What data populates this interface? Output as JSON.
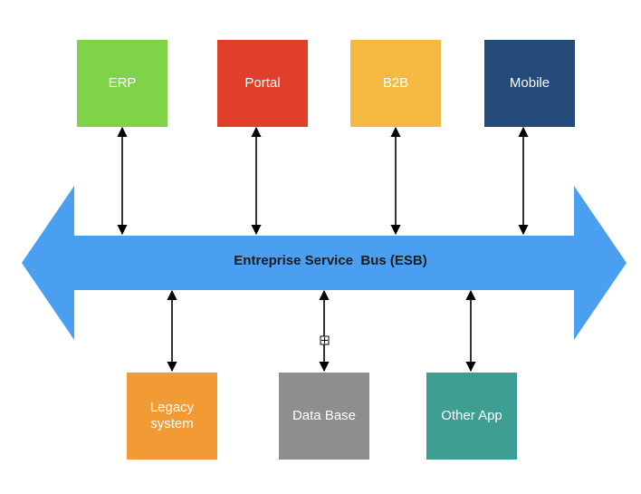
{
  "bus": {
    "label": "Entreprise Service  Bus (ESB)",
    "color": "#4a9ff0"
  },
  "top_nodes": [
    {
      "label": "ERP",
      "color": "#7ed348"
    },
    {
      "label": "Portal",
      "color": "#e23f2b"
    },
    {
      "label": "B2B",
      "color": "#f4b942"
    },
    {
      "label": "Mobile",
      "color": "#234a78"
    }
  ],
  "bottom_nodes": [
    {
      "label": "Legacy\nsystem",
      "color": "#f29a33"
    },
    {
      "label": "Data Base",
      "color": "#8e8e8e"
    },
    {
      "label": "Other App",
      "color": "#3e9e91"
    }
  ],
  "connector_color": "#000000"
}
